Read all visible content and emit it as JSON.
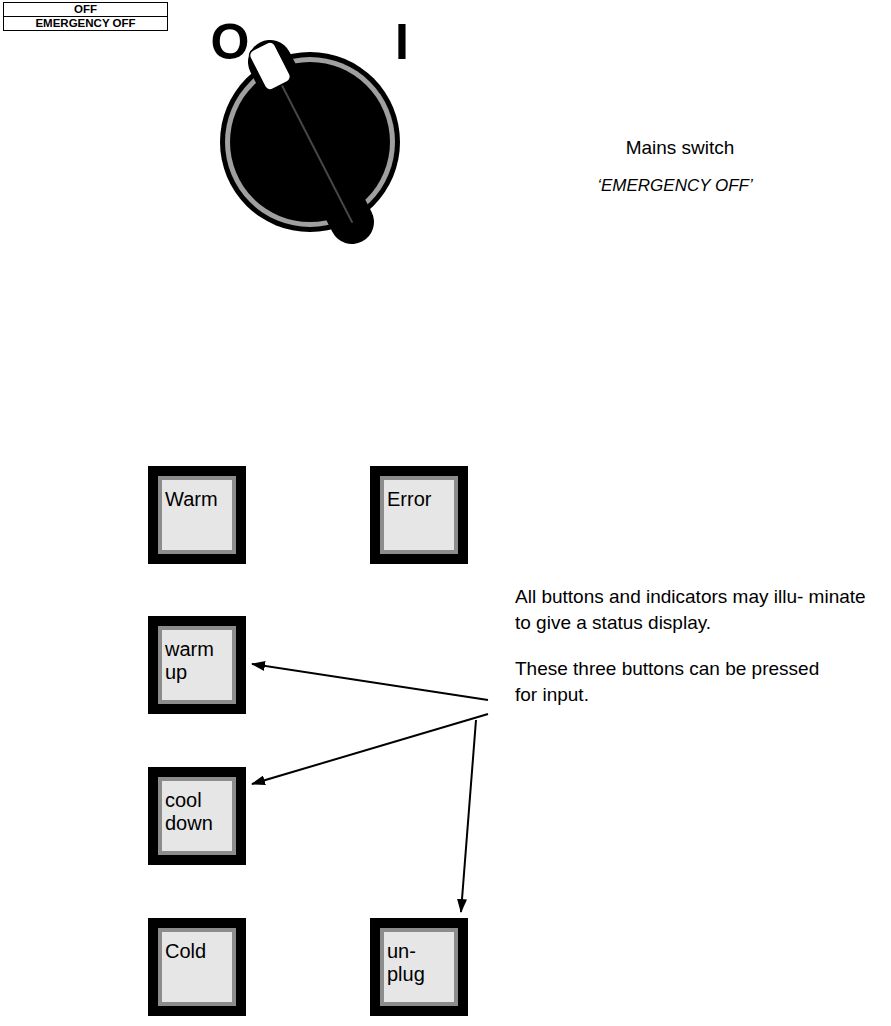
{
  "diagram": {
    "nodes": [
      {
        "text": [
          "OFF",
          "EMERGENCY OFF"
        ]
      },
      {
        "text": [
          "Warm"
        ]
      },
      {
        "text": [
          "Error"
        ]
      },
      {
        "text": [
          "warm up"
        ]
      },
      {
        "text": [
          "cool down"
        ]
      },
      {
        "text": [
          "Cold"
        ]
      },
      {
        "text": [
          "un- plug"
        ]
      }
    ],
    "labels": [
      "O",
      "I",
      "Mains switch",
      "‘EMERGENCY OFF’",
      "All buttons and indicators may illu- minate to give a status display.",
      "These three buttons can be pressed for input."
    ]
  }
}
